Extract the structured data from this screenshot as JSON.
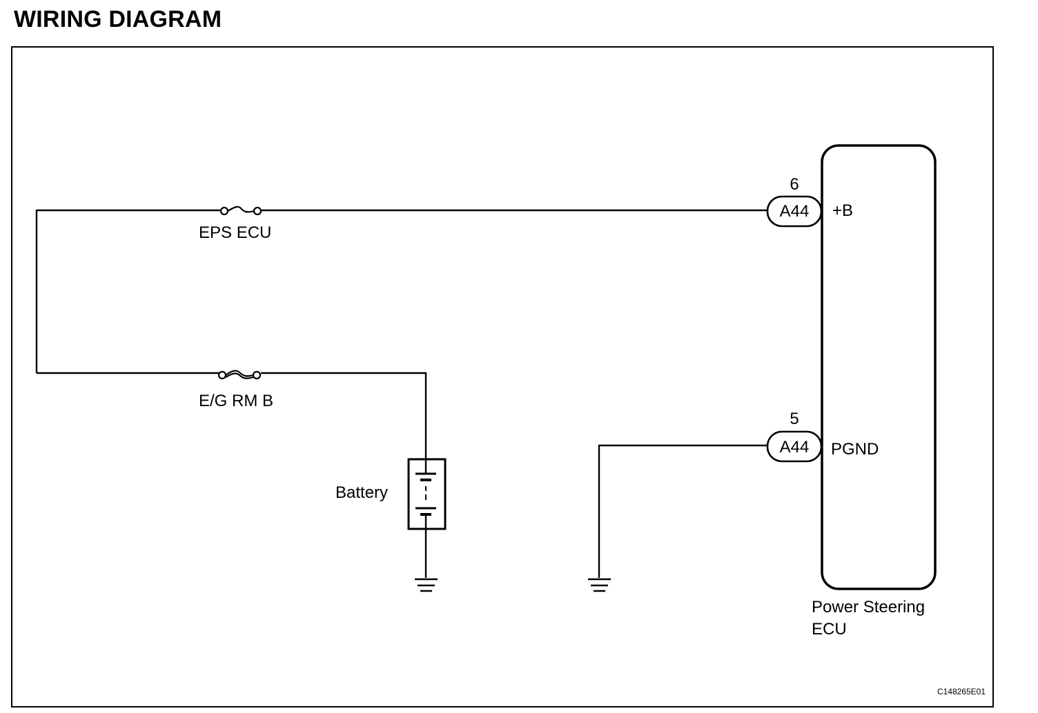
{
  "title": "WIRING DIAGRAM",
  "fuses": [
    {
      "label": "EPS ECU"
    },
    {
      "label": "E/G RM B"
    }
  ],
  "battery": {
    "label": "Battery"
  },
  "connectors": [
    {
      "pin": "6",
      "id": "A44",
      "terminal": "+B"
    },
    {
      "pin": "5",
      "id": "A44",
      "terminal": "PGND"
    }
  ],
  "ecu": {
    "label_line1": "Power Steering",
    "label_line2": "ECU"
  },
  "figure_code": "C148265E01"
}
